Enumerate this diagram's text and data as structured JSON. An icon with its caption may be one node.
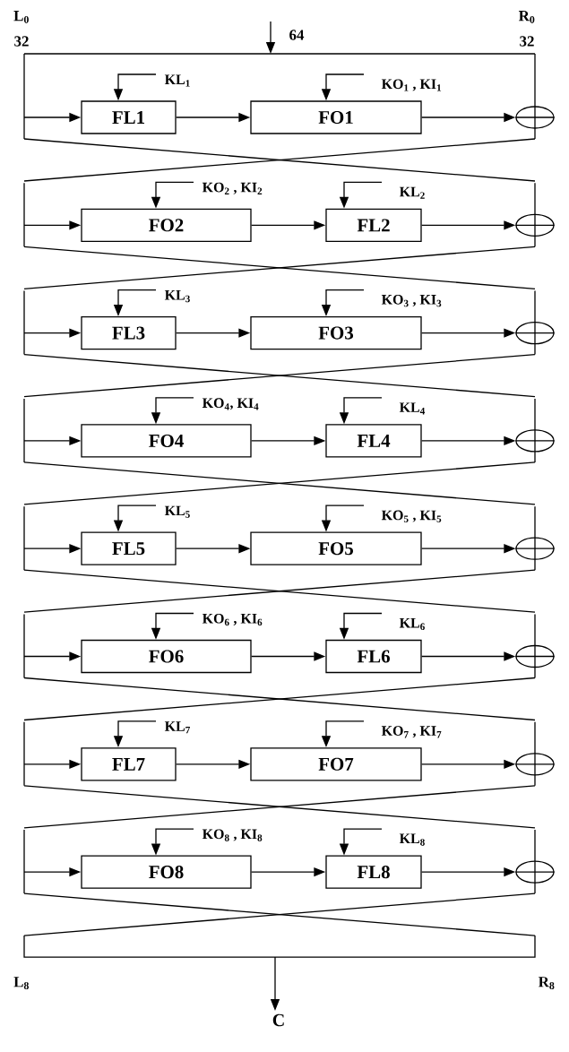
{
  "diagram": {
    "nodes": [
      {
        "text": [
          "FL1"
        ]
      },
      {
        "text": [
          "FO1"
        ]
      },
      {
        "text": [],
        "shape": "circle"
      },
      {
        "text": [
          "FO2"
        ]
      },
      {
        "text": [
          "FL2"
        ]
      },
      {
        "text": [],
        "shape": "circle"
      },
      {
        "text": [
          "FL3"
        ]
      },
      {
        "text": [
          "FO3"
        ]
      },
      {
        "text": [],
        "shape": "circle"
      },
      {
        "text": [
          "FO4"
        ]
      },
      {
        "text": [
          "FL4"
        ]
      },
      {
        "text": [],
        "shape": "circle"
      },
      {
        "text": [
          "FL5"
        ]
      },
      {
        "text": [
          "FO5"
        ]
      },
      {
        "text": [],
        "shape": "circle"
      },
      {
        "text": [
          "FO6"
        ]
      },
      {
        "text": [
          "FL6"
        ]
      },
      {
        "text": [],
        "shape": "circle"
      },
      {
        "text": [
          "FL7"
        ]
      },
      {
        "text": [
          "FO7"
        ]
      },
      {
        "text": [],
        "shape": "circle"
      },
      {
        "text": [
          "FO8"
        ]
      },
      {
        "text": [
          "FL8"
        ]
      },
      {
        "text": [],
        "shape": "circle"
      },
      {
        "text": [
          "C"
        ]
      }
    ],
    "edges": [
      {
        "from": null,
        "to": 0,
        "arrow": "to",
        "label": "KL$_{1}$"
      },
      {
        "from": null,
        "to": 1,
        "arrow": "to",
        "label": "KO$_{1}$ , KI$_{1}$"
      },
      {
        "from": null,
        "to": 0,
        "arrow": "to"
      },
      {
        "from": 0,
        "to": 1,
        "arrow": "to"
      },
      {
        "from": 1,
        "to": 2,
        "arrow": "to"
      },
      {
        "from": null,
        "to": 3,
        "arrow": "to",
        "label": "KO$_{2}$ , KI$_{2}$"
      },
      {
        "from": null,
        "to": 4,
        "arrow": "to",
        "label": "KL$_{2}$"
      },
      {
        "from": null,
        "to": 3,
        "arrow": "to"
      },
      {
        "from": 3,
        "to": 4,
        "arrow": "to"
      },
      {
        "from": 4,
        "to": 5,
        "arrow": "to"
      },
      {
        "from": null,
        "to": 6,
        "arrow": "to",
        "label": "KL$_{3}$"
      },
      {
        "from": null,
        "to": 7,
        "arrow": "to",
        "label": "KO$_{3}$ , KI$_{3}$"
      },
      {
        "from": null,
        "to": 6,
        "arrow": "to"
      },
      {
        "from": 6,
        "to": 7,
        "arrow": "to"
      },
      {
        "from": 7,
        "to": 8,
        "arrow": "to"
      },
      {
        "from": null,
        "to": 9,
        "arrow": "to",
        "label": "KO$_{4}$, KI$_{4}$"
      },
      {
        "from": null,
        "to": 10,
        "arrow": "to",
        "label": "KL$_{4}$"
      },
      {
        "from": null,
        "to": 9,
        "arrow": "to"
      },
      {
        "from": 9,
        "to": 10,
        "arrow": "to"
      },
      {
        "from": 10,
        "to": 11,
        "arrow": "to"
      },
      {
        "from": null,
        "to": 12,
        "arrow": "to",
        "label": "KL$_{5}$"
      },
      {
        "from": null,
        "to": 13,
        "arrow": "to",
        "label": "KO$_{5}$ , KI$_{5}$"
      },
      {
        "from": null,
        "to": 12,
        "arrow": "to"
      },
      {
        "from": 12,
        "to": 13,
        "arrow": "to"
      },
      {
        "from": 13,
        "to": 14,
        "arrow": "to"
      },
      {
        "from": null,
        "to": 15,
        "arrow": "to",
        "label": "KO$_{6}$ , KI$_{6}$"
      },
      {
        "from": null,
        "to": 16,
        "arrow": "to",
        "label": "KL$_{6}$"
      },
      {
        "from": null,
        "to": 15,
        "arrow": "to"
      },
      {
        "from": 15,
        "to": 16,
        "arrow": "to"
      },
      {
        "from": 16,
        "to": 17,
        "arrow": "to"
      },
      {
        "from": null,
        "to": 18,
        "arrow": "to",
        "label": "KL$_{7}$"
      },
      {
        "from": null,
        "to": 19,
        "arrow": "to",
        "label": "KO$_{7}$ , KI$_{7}$"
      },
      {
        "from": null,
        "to": 18,
        "arrow": "to"
      },
      {
        "from": 18,
        "to": 19,
        "arrow": "to"
      },
      {
        "from": 19,
        "to": 20,
        "arrow": "to"
      },
      {
        "from": null,
        "to": 21,
        "arrow": "to",
        "label": "KO$_{8}$ , KI$_{8}$"
      },
      {
        "from": null,
        "to": 22,
        "arrow": "to",
        "label": "KL$_{8}$"
      },
      {
        "from": null,
        "to": 21,
        "arrow": "to"
      },
      {
        "from": 21,
        "to": 22,
        "arrow": "to"
      },
      {
        "from": 22,
        "to": 23,
        "arrow": "to"
      },
      {
        "from": null,
        "to": 24,
        "arrow": "to"
      }
    ],
    "labels": [
      "L$_{0}$",
      "32",
      "64",
      "R$_{0}$",
      "32",
      "L$_{8}$",
      "R$_{8}$"
    ]
  }
}
